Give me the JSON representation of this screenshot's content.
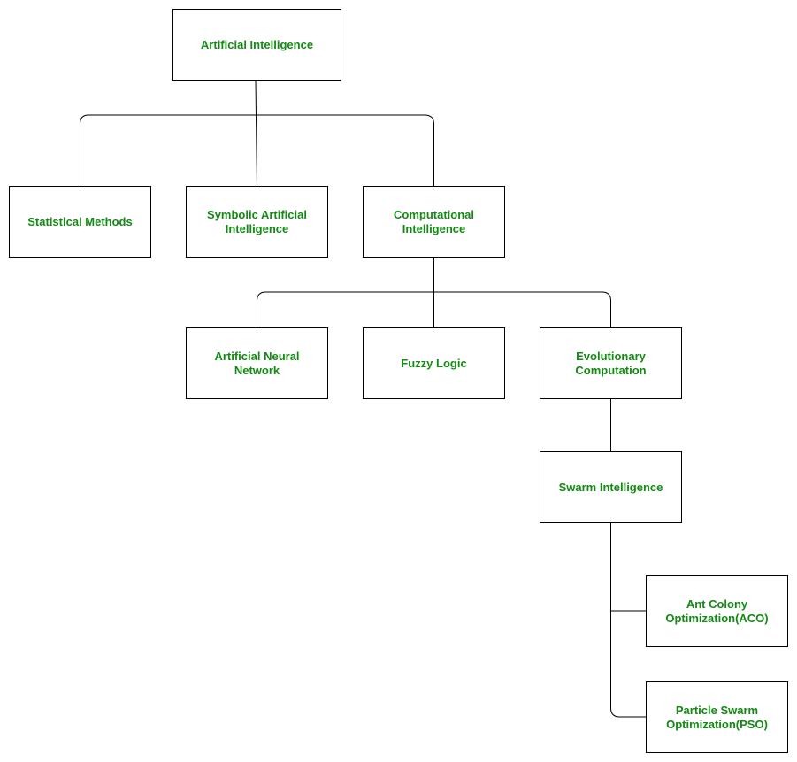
{
  "colors": {
    "label_text": "#138a13",
    "border": "#000000",
    "background": "#ffffff"
  },
  "nodes": {
    "artificial_intelligence": "Artificial Intelligence",
    "statistical_methods": "Statistical Methods",
    "symbolic_ai": "Symbolic Artificial\nIntelligence",
    "computational_intelligence": "Computational\nIntelligence",
    "artificial_neural_network": "Artificial Neural\nNetwork",
    "fuzzy_logic": "Fuzzy Logic",
    "evolutionary_computation": "Evolutionary\nComputation",
    "swarm_intelligence": "Swarm Intelligence",
    "ant_colony_optimization": "Ant Colony\nOptimization(ACO)",
    "particle_swarm_optimization": "Particle Swarm\nOptimization(PSO)"
  },
  "edges": [
    {
      "from": "artificial_intelligence",
      "to": "statistical_methods"
    },
    {
      "from": "artificial_intelligence",
      "to": "symbolic_ai"
    },
    {
      "from": "artificial_intelligence",
      "to": "computational_intelligence"
    },
    {
      "from": "computational_intelligence",
      "to": "artificial_neural_network"
    },
    {
      "from": "computational_intelligence",
      "to": "fuzzy_logic"
    },
    {
      "from": "computational_intelligence",
      "to": "evolutionary_computation"
    },
    {
      "from": "evolutionary_computation",
      "to": "swarm_intelligence"
    },
    {
      "from": "swarm_intelligence",
      "to": "ant_colony_optimization"
    },
    {
      "from": "swarm_intelligence",
      "to": "particle_swarm_optimization"
    }
  ]
}
